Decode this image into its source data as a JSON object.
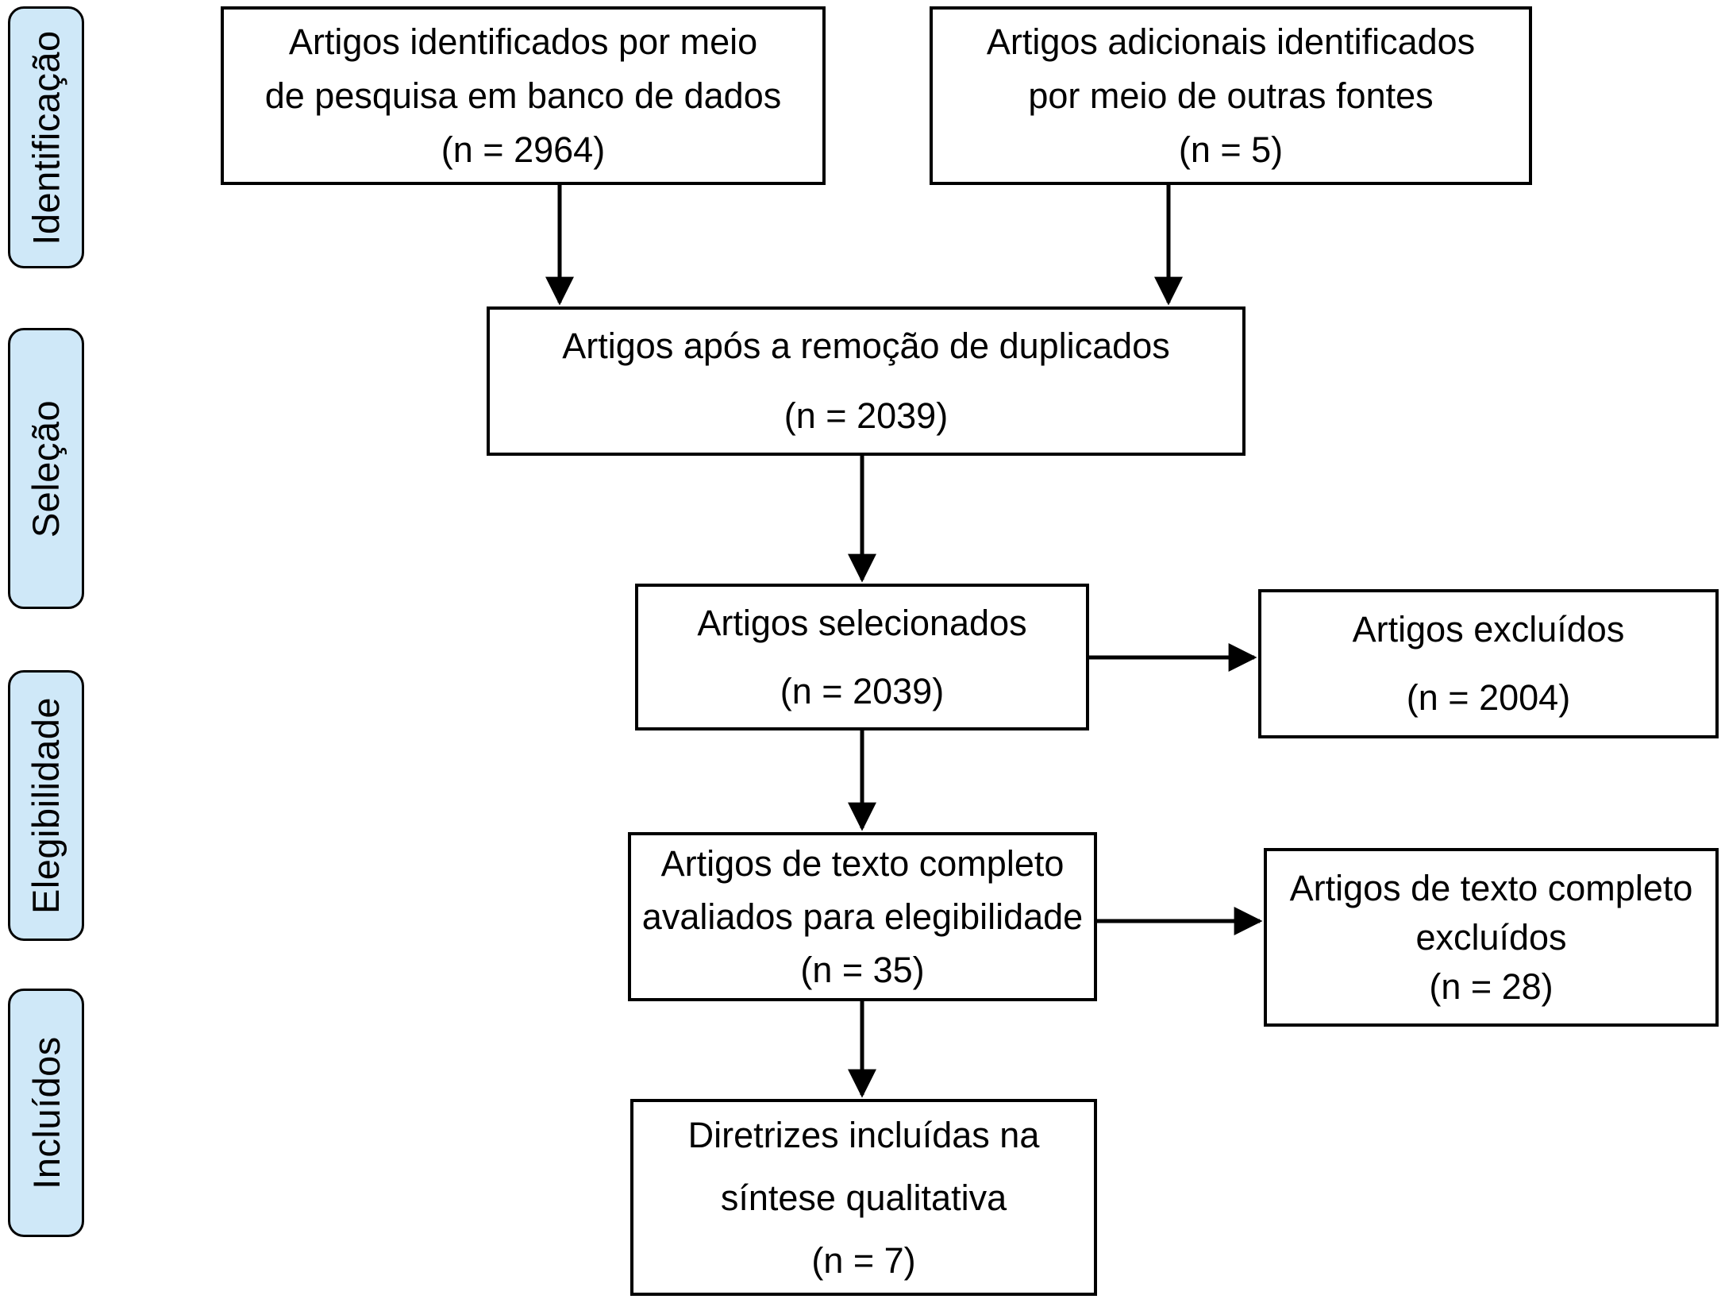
{
  "diagram_type": "prisma-flow",
  "sidebar": {
    "items": [
      {
        "id": "identificacao",
        "label": "Identificação"
      },
      {
        "id": "selecao",
        "label": "Seleção"
      },
      {
        "id": "elegibilidade",
        "label": "Elegibilidade"
      },
      {
        "id": "incluidos",
        "label": "Incluídos"
      }
    ]
  },
  "boxes": {
    "identified_db": {
      "lines": [
        "Artigos identificados por meio",
        "de pesquisa em banco de dados",
        "(n = 2964)"
      ],
      "count": 2964
    },
    "identified_other": {
      "lines": [
        "Artigos adicionais identificados",
        "por meio de outras fontes",
        "(n = 5)"
      ],
      "count": 5
    },
    "after_duplicates": {
      "lines": [
        "Artigos após a remoção de duplicados",
        "(n = 2039)"
      ],
      "count": 2039
    },
    "screened": {
      "lines": [
        "Artigos selecionados",
        "(n = 2039)"
      ],
      "count": 2039
    },
    "excluded": {
      "lines": [
        "Artigos excluídos",
        "(n = 2004)"
      ],
      "count": 2004
    },
    "fulltext": {
      "lines": [
        "Artigos de texto completo",
        "avaliados para elegibilidade",
        "(n = 35)"
      ],
      "count": 35
    },
    "fulltext_excluded": {
      "lines": [
        "Artigos de texto completo",
        "excluídos",
        "(n = 28)"
      ],
      "count": 28
    },
    "included": {
      "lines": [
        "Diretrizes incluídas na",
        "síntese qualitativa",
        "(n = 7)"
      ],
      "count": 7
    }
  },
  "colors": {
    "stage_fill": "#cfe8f8",
    "border": "#000000",
    "box_fill": "#ffffff"
  }
}
